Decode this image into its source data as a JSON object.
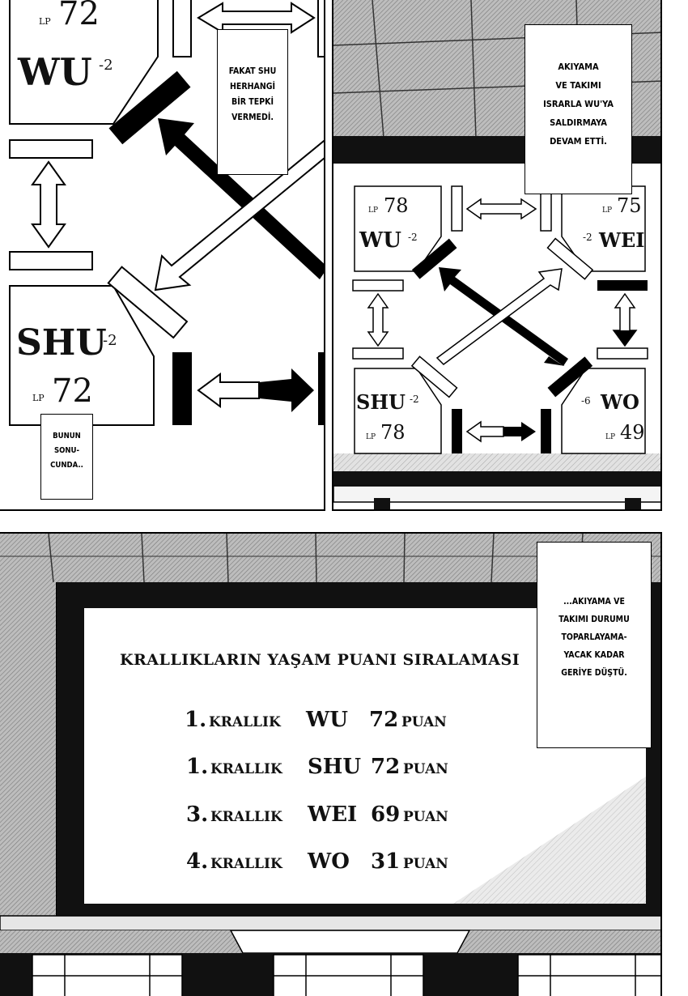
{
  "panel1": {
    "kingdoms": [
      {
        "name": "WU",
        "lp_label": "LP",
        "lp": "72",
        "modifier": "-2"
      },
      {
        "name": "SHU",
        "lp_label": "LP",
        "lp": "72",
        "modifier": "-2"
      }
    ],
    "caption_top": [
      "FAKAT SHU",
      "HERHANGİ",
      "BİR TEPKİ",
      "VERMEDİ."
    ],
    "caption_bottom": [
      "BUNUN",
      "SONU-",
      "CUNDA.."
    ]
  },
  "panel2": {
    "caption": [
      "AKIYAMA",
      "VE TAKIMI",
      "ISRARLA WU'YA",
      "SALDIRMAYA",
      "DEVAM ETTİ."
    ],
    "kingdoms": [
      {
        "name": "WU",
        "lp_label": "LP",
        "lp": "78",
        "modifier": "-2"
      },
      {
        "name": "WEI",
        "lp_label": "LP",
        "lp": "75",
        "modifier": "-2"
      },
      {
        "name": "SHU",
        "lp_label": "LP",
        "lp": "78",
        "modifier": "-2"
      },
      {
        "name": "WO",
        "lp_label": "LP",
        "lp": "49",
        "modifier": "-6"
      }
    ]
  },
  "panel3": {
    "caption": [
      "...AKIYAMA VE",
      "TAKIMI DURUMU",
      "TOPARLAYAMA-",
      "YACAK KADAR",
      "GERİYE DÜŞTÜ."
    ],
    "board_title": "KRALLIKLARIN YAŞAM PUANI SIRALAMASI",
    "rankings": [
      {
        "rank": "1.",
        "label": "KRALLIK",
        "kingdom": "WU",
        "points": "72",
        "unit": "PUAN"
      },
      {
        "rank": "1.",
        "label": "KRALLIK",
        "kingdom": "SHU",
        "points": "72",
        "unit": "PUAN"
      },
      {
        "rank": "3.",
        "label": "KRALLIK",
        "kingdom": "WEI",
        "points": "69",
        "unit": "PUAN"
      },
      {
        "rank": "4.",
        "label": "KRALLIK",
        "kingdom": "WO",
        "points": "31",
        "unit": "PUAN"
      }
    ]
  }
}
